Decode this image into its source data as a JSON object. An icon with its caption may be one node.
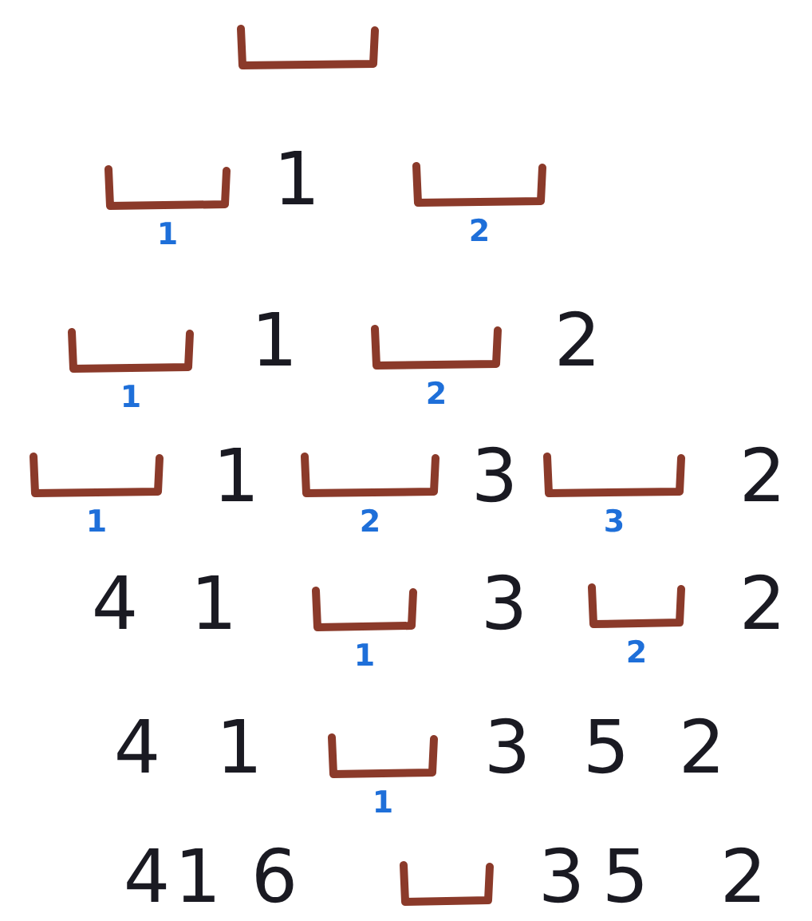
{
  "diagram": {
    "nodes": [
      {
        "text": [],
        "shape": "bar"
      },
      {
        "text": [],
        "shape": "bar",
        "beside": [
          "1"
        ]
      },
      {
        "text": [],
        "shape": "bar",
        "beside": [
          "2"
        ]
      },
      {
        "text": [],
        "shape": "bar",
        "beside": [
          "1"
        ]
      },
      {
        "text": [],
        "shape": "bar",
        "beside": [
          "2"
        ]
      },
      {
        "text": [],
        "shape": "bar",
        "beside": [
          "1"
        ]
      },
      {
        "text": [],
        "shape": "bar",
        "beside": [
          "2"
        ]
      },
      {
        "text": [],
        "shape": "bar",
        "beside": [
          "3"
        ]
      },
      {
        "text": [],
        "shape": "bar",
        "beside": [
          "1"
        ]
      },
      {
        "text": [],
        "shape": "bar",
        "beside": [
          "2"
        ]
      },
      {
        "text": [],
        "shape": "bar",
        "beside": [
          "1"
        ]
      },
      {
        "text": [],
        "shape": "bar"
      }
    ],
    "labels": [
      "1",
      "1",
      "2",
      "1",
      "3",
      "2",
      "4",
      "1",
      "3",
      "2",
      "4",
      "1",
      "3",
      "5",
      "2",
      "4",
      "1",
      "6",
      "3",
      "5",
      "2"
    ]
  }
}
